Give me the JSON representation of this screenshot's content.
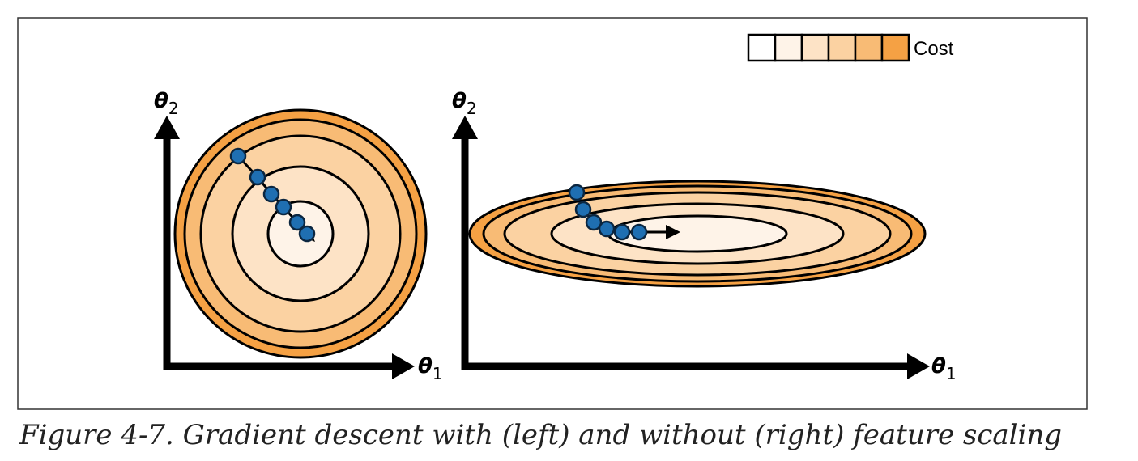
{
  "legend": {
    "label": "Cost",
    "colors": [
      "#ffffff",
      "#fef3e8",
      "#fde3c6",
      "#fbd2a2",
      "#f8bb75",
      "#f5a144"
    ]
  },
  "left_panel": {
    "x_label": "θ",
    "x_sub": "1",
    "y_label": "θ",
    "y_sub": "2",
    "contour_fills": [
      "#f5a144",
      "#f8bb75",
      "#fbd2a2",
      "#fde3c6",
      "#fef3e8"
    ],
    "gradient_steps": 5
  },
  "right_panel": {
    "x_label": "θ",
    "x_sub": "1",
    "y_label": "θ",
    "y_sub": "2",
    "contour_fills": [
      "#f5a144",
      "#f8bb75",
      "#fbd2a2",
      "#fde3c6",
      "#fef3e8"
    ],
    "gradient_steps": 5
  },
  "step_color": "#1f6fb2",
  "caption": "Figure 4-7. Gradient descent with (left) and without (right) feature scaling"
}
